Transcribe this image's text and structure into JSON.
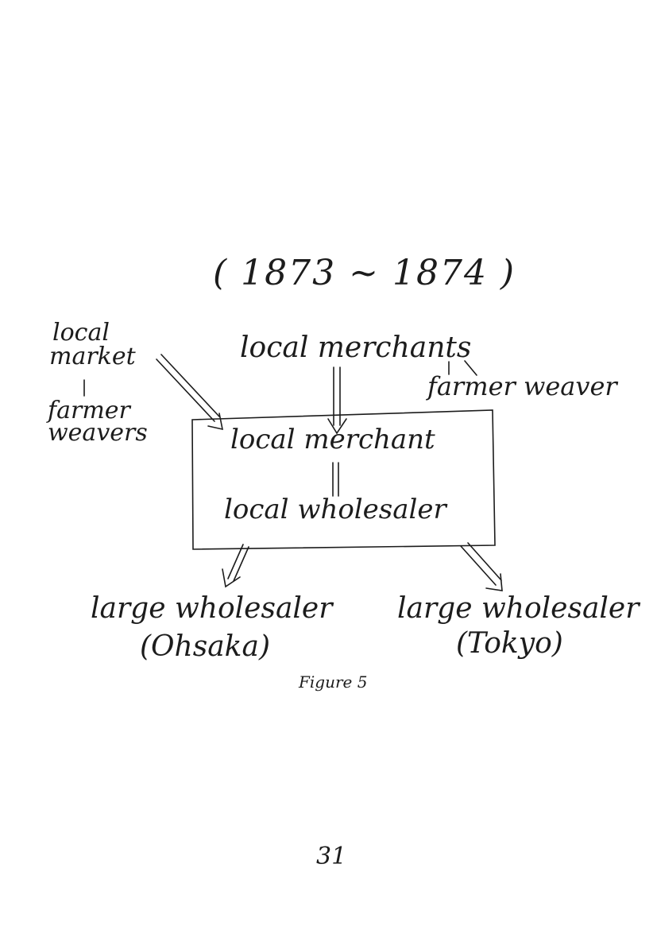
{
  "diagram": {
    "period": "( 1873 ~ 1874 )",
    "source_left": {
      "line1": "local",
      "line2": "market",
      "line3": "farmer",
      "line4": "weavers"
    },
    "source_center": "local merchants",
    "source_right": "farmer weaver",
    "box": {
      "top_label": "local merchant",
      "bottom_label": "local wholesaler"
    },
    "dest_left": {
      "line1": "large wholesaler",
      "line2": "(Ohsaka)"
    },
    "dest_right": {
      "line1": "large wholesaler",
      "line2": "(Tokyo)"
    }
  },
  "caption": "Figure 5",
  "page_number": "31"
}
